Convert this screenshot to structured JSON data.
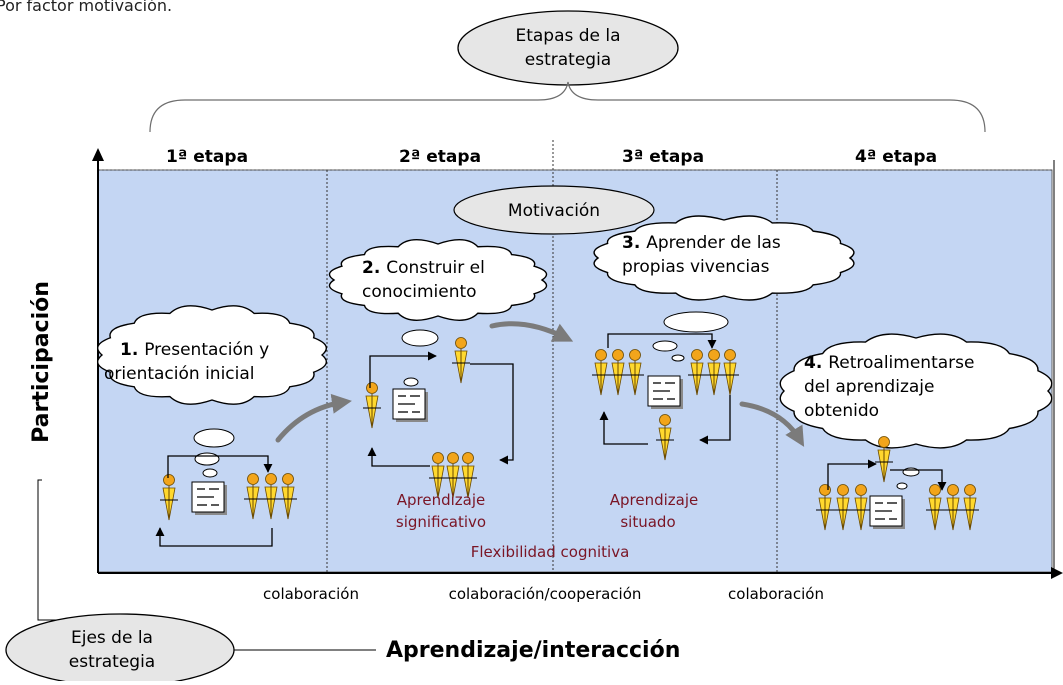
{
  "top_caption": "Por factor motivación.",
  "etapas_label": [
    "Etapas de la",
    "estrategia"
  ],
  "stages": [
    "1ª etapa",
    "2ª etapa",
    "3ª etapa",
    "4ª etapa"
  ],
  "motivacion": "Motivación",
  "steps": [
    {
      "number": "1.",
      "lines": [
        "Presentación y",
        "orientación inicial"
      ]
    },
    {
      "number": "2.",
      "lines": [
        "Construir el",
        "conocimiento"
      ]
    },
    {
      "number": "3.",
      "lines": [
        "Aprender de las",
        "propias vivencias"
      ]
    },
    {
      "number": "4.",
      "lines": [
        "Retroalimentarse",
        "del aprendizaje",
        "obtenido"
      ]
    }
  ],
  "learning_types": {
    "significativo": [
      "Aprendizaje",
      "significativo"
    ],
    "situado": [
      "Aprendizaje",
      "situado"
    ],
    "flexibilidad": "Flexibilidad cognitiva"
  },
  "bottom_labels": [
    "colaboración",
    "colaboración/cooperación",
    "colaboración"
  ],
  "y_axis_label": "Participación",
  "x_axis_label": "Aprendizaje/interacción",
  "ejes_label": [
    "Ejes de la",
    "estrategia"
  ],
  "colors": {
    "panel": "#c4d6f3",
    "ellipse": "#e6e6e6",
    "figure_head": "#f2a51b",
    "figure_body": "#ffd82e",
    "arrow_gray": "#7b7b7b",
    "red_text": "#7a1525"
  }
}
